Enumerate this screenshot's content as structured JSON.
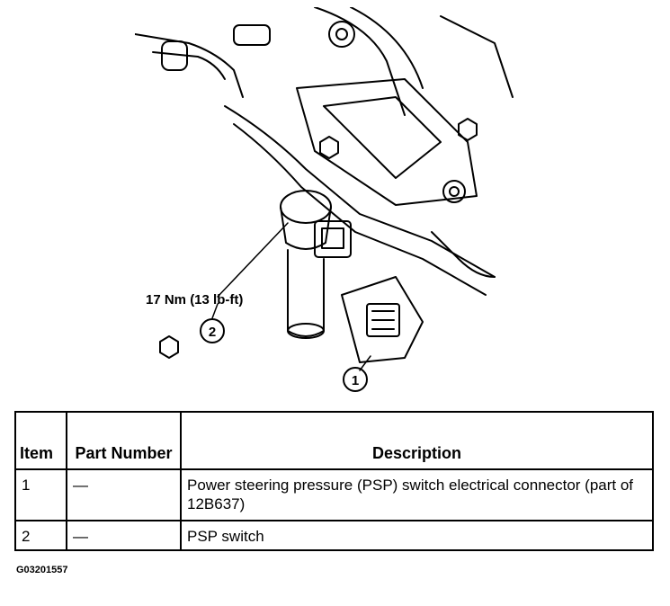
{
  "illustration": {
    "torque_label": "17 Nm (13 lb-ft)",
    "callout_1": "1",
    "callout_2": "2"
  },
  "table": {
    "headers": {
      "item": "Item",
      "part_number": "Part Number",
      "description": "Description"
    },
    "rows": [
      {
        "item": "1",
        "part_number": "—",
        "description": "Power steering pressure (PSP) switch electrical connector (part of 12B637)"
      },
      {
        "item": "2",
        "part_number": "—",
        "description": "PSP switch"
      }
    ]
  },
  "figure_id": "G03201557"
}
